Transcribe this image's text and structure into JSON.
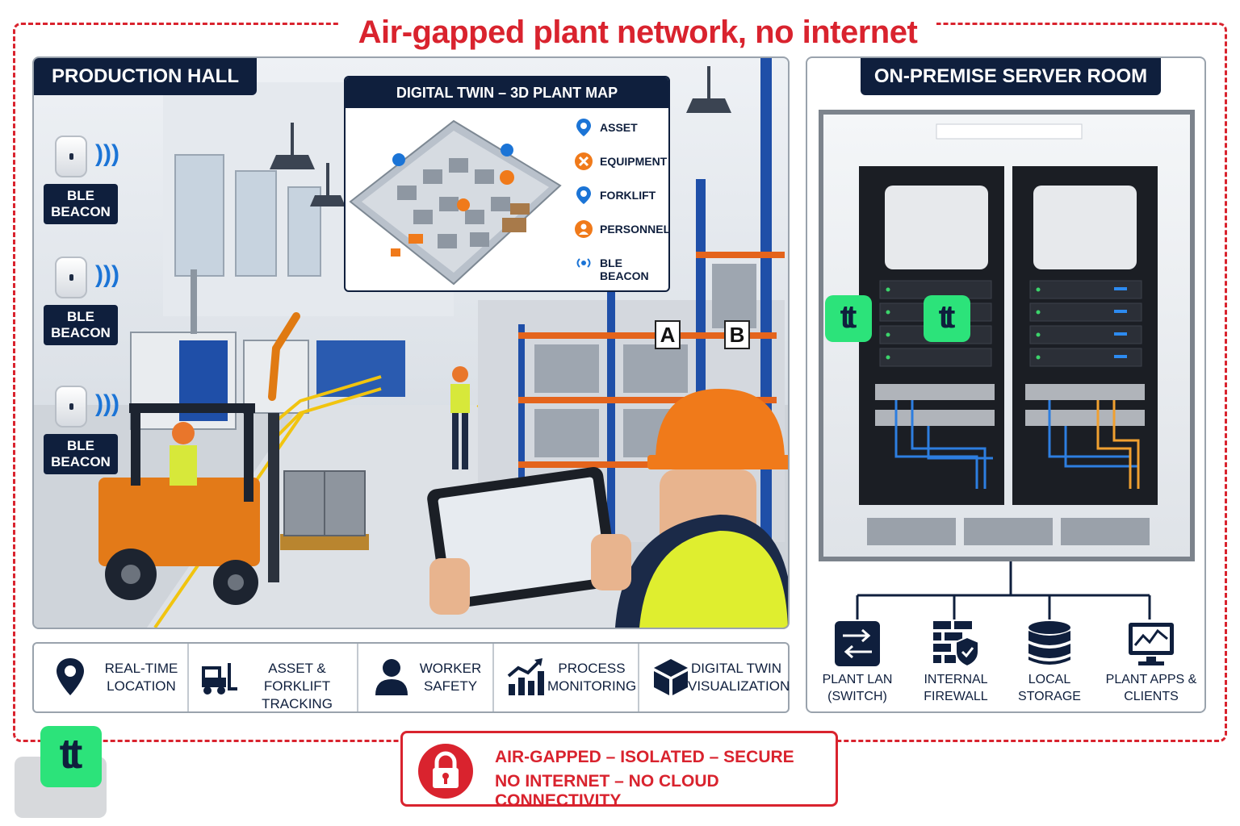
{
  "title": "Air-gapped plant network, no internet",
  "production_hall": {
    "title": "PRODUCTION HALL",
    "beacons": [
      {
        "label_line1": "BLE",
        "label_line2": "BEACON"
      },
      {
        "label_line1": "BLE",
        "label_line2": "BEACON"
      },
      {
        "label_line1": "BLE",
        "label_line2": "BEACON"
      }
    ],
    "rack_labels": [
      "A",
      "B"
    ]
  },
  "digital_twin": {
    "title": "DIGITAL TWIN – 3D PLANT MAP",
    "legend": [
      {
        "icon": "map-pin-icon",
        "label": "ASSET",
        "color": "#1b74d6"
      },
      {
        "icon": "equipment-x-icon",
        "label": "EQUIPMENT",
        "color": "#f07a1a"
      },
      {
        "icon": "map-pin-icon",
        "label": "FORKLIFT",
        "color": "#1b74d6"
      },
      {
        "icon": "person-icon",
        "label": "PERSONNEL",
        "color": "#f07a1a"
      },
      {
        "icon": "beacon-signal-icon",
        "label": "BLE BEACON",
        "color": "#1b74d6"
      }
    ]
  },
  "features": [
    {
      "icon": "location-pin-icon",
      "line1": "REAL-TIME",
      "line2": "LOCATION"
    },
    {
      "icon": "forklift-icon",
      "line1": "ASSET & FORKLIFT",
      "line2": "TRACKING"
    },
    {
      "icon": "worker-icon",
      "line1": "WORKER",
      "line2": "SAFETY"
    },
    {
      "icon": "chart-growth-icon",
      "line1": "PROCESS",
      "line2": "MONITORING"
    },
    {
      "icon": "cube-icon",
      "line1": "DIGITAL TWIN",
      "line2": "VISUALIZATION"
    }
  ],
  "server_room": {
    "title": "ON-PREMISE SERVER ROOM",
    "logo_text": "tt",
    "network": [
      {
        "icon": "switch-icon",
        "line1": "PLANT LAN",
        "line2": "(SWITCH)"
      },
      {
        "icon": "firewall-icon",
        "line1": "INTERNAL",
        "line2": "FIREWALL"
      },
      {
        "icon": "database-icon",
        "line1": "LOCAL",
        "line2": "STORAGE"
      },
      {
        "icon": "monitor-chart-icon",
        "line1": "PLANT APPS &",
        "line2": "CLIENTS"
      }
    ]
  },
  "secure_banner": {
    "line1": "AIR-GAPPED – ISOLATED – SECURE",
    "line2": "NO INTERNET – NO CLOUD CONNECTIVITY",
    "icon": "lock-icon"
  },
  "colors": {
    "accent_red": "#d9232e",
    "navy": "#0f1f3d",
    "brand_green": "#2ce37a",
    "pin_blue": "#1b74d6",
    "safety_orange": "#f07a1a",
    "rack_blue": "#1f4fa8"
  }
}
